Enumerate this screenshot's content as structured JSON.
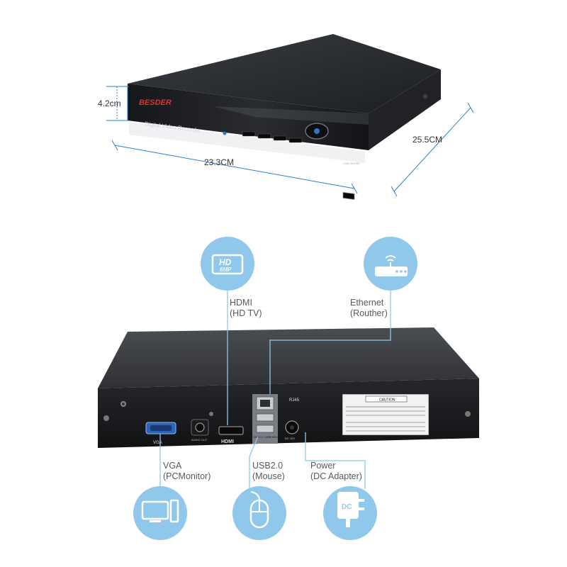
{
  "device": {
    "brand": "BESDER",
    "product_text": "Digital  Video  Recorder",
    "usb_label": "USB MOUSE",
    "rj45_label": "RJ45",
    "vga_port_label": "VGA",
    "audio_out_label": "AUDIO OUT",
    "usb_port_label": "USB2.0 / USB MOUSE",
    "dc_port_label": "DC 12V",
    "caution_title": "CAUTION"
  },
  "dimensions": {
    "height": "4.2cm",
    "width": "23.3CM",
    "depth": "25.5CM"
  },
  "callouts": {
    "hdmi": {
      "line1": "HDMI",
      "line2": "(HD TV)",
      "icon_text": "HD",
      "icon_sub": "6MP"
    },
    "ethernet": {
      "line1": "Ethernet",
      "line2": "(Routher)"
    },
    "vga": {
      "line1": "VGA",
      "line2": "(PCMonitor)"
    },
    "usb": {
      "line1": "USB2.0",
      "line2": "(Mouse)"
    },
    "power": {
      "line1": "Power",
      "line2": "(DC Adapter)",
      "icon_text": "DC"
    }
  },
  "colors": {
    "callout_circle": "#8fc8ea",
    "leader_line": "#8fc8ea",
    "device_dark": "#1b1d20",
    "brand_red": "#e0302a",
    "dimension_line": "#2e7fd1"
  }
}
